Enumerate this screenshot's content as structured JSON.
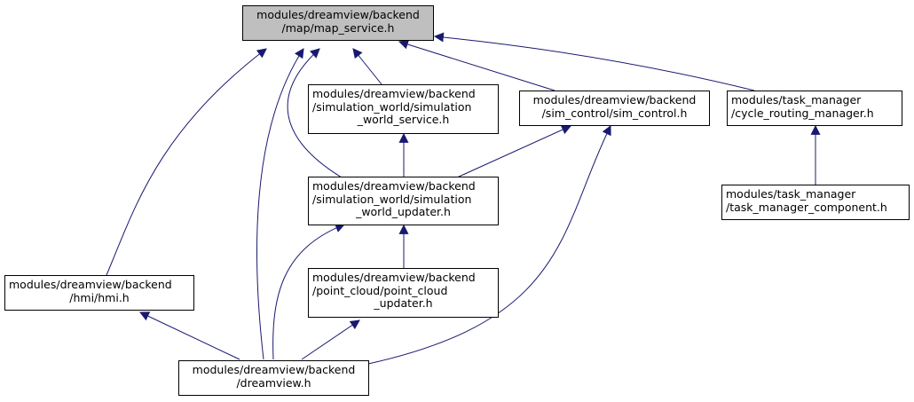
{
  "colors": {
    "edge": "#191970",
    "root_fill": "#bfbfbf",
    "node_fill": "#ffffff",
    "border": "#000000"
  },
  "nodes": {
    "map_service": {
      "lines": [
        "modules/dreamview/backend",
        "/map/map_service.h"
      ]
    },
    "simulation_world_service": {
      "lines": [
        "modules/dreamview/backend",
        "/simulation_world/simulation",
        "_world_service.h"
      ]
    },
    "sim_control": {
      "lines": [
        "modules/dreamview/backend",
        "/sim_control/sim_control.h"
      ]
    },
    "cycle_routing_manager": {
      "lines": [
        "modules/task_manager",
        "/cycle_routing_manager.h"
      ]
    },
    "simulation_world_updater": {
      "lines": [
        "modules/dreamview/backend",
        "/simulation_world/simulation",
        "_world_updater.h"
      ]
    },
    "task_manager_component": {
      "lines": [
        "modules/task_manager",
        "/task_manager_component.h"
      ]
    },
    "hmi": {
      "lines": [
        "modules/dreamview/backend",
        "/hmi/hmi.h"
      ]
    },
    "point_cloud_updater": {
      "lines": [
        "modules/dreamview/backend",
        "/point_cloud/point_cloud",
        "_updater.h"
      ]
    },
    "dreamview": {
      "lines": [
        "modules/dreamview/backend",
        "/dreamview.h"
      ]
    }
  }
}
